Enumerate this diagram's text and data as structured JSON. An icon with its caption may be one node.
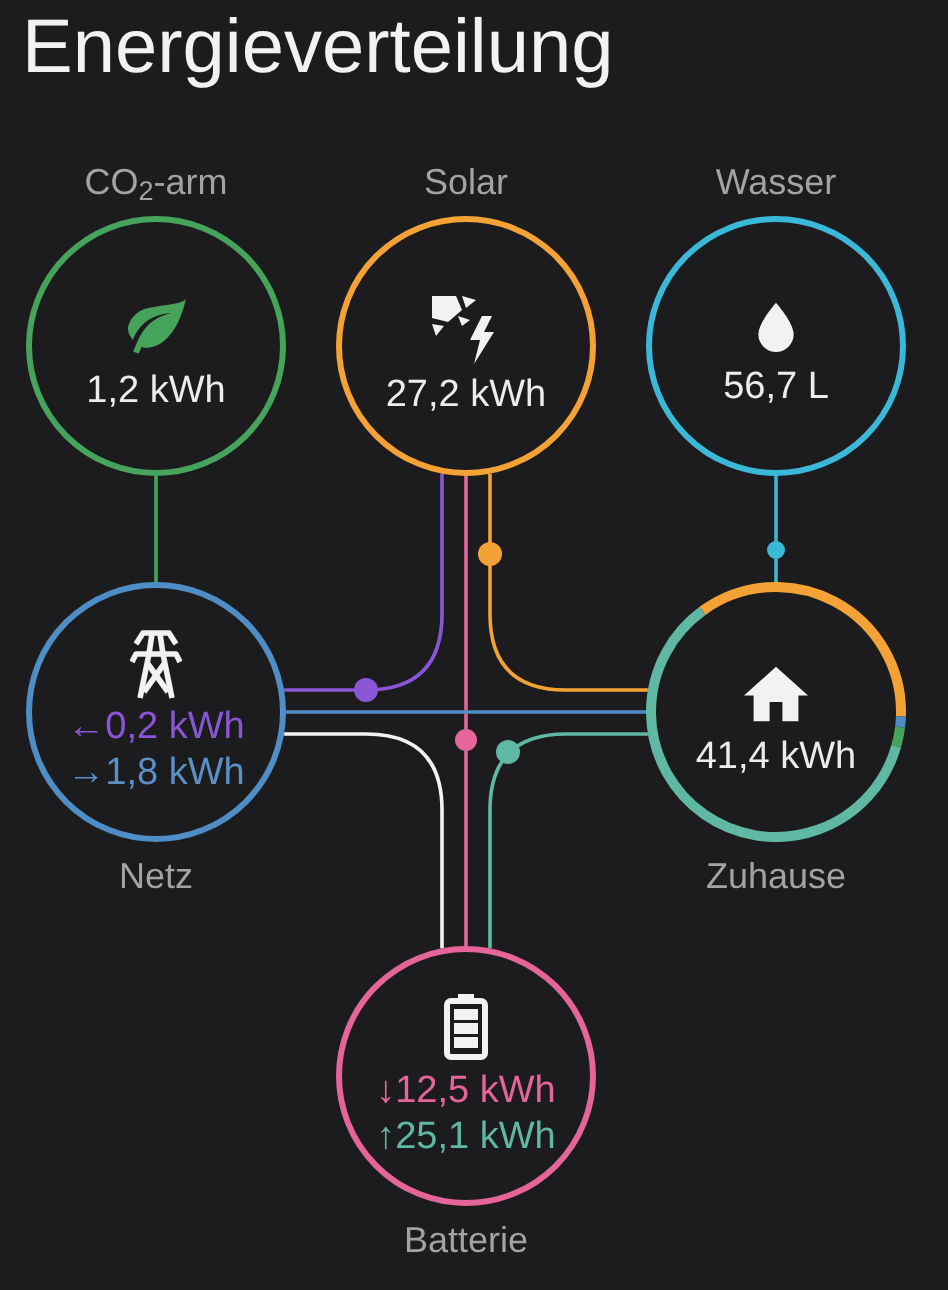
{
  "diagram": {
    "title": "Energieverteilung",
    "nodes": [
      {
        "text": [
          "CO$_{2}$-arm",
          "1,2 kWh"
        ]
      },
      {
        "text": [
          "Solar",
          "27,2 kWh"
        ]
      },
      {
        "text": [
          "Wasser",
          "56,7 L"
        ]
      },
      {
        "text": [
          "←0,2 kWh",
          "→1,8 kWh",
          "Netz"
        ]
      },
      {
        "text": [
          "41,4 kWh",
          "Zuhause"
        ]
      },
      {
        "text": [
          "↓12,5 kWh",
          "↑25,1 kWh",
          "Batterie"
        ]
      }
    ],
    "edges": [
      {
        "from": 0,
        "to": 3,
        "arrow": "none",
        "color": "#45a35b"
      },
      {
        "from": 1,
        "to": 3,
        "arrow": "none",
        "color": "#8a56d6"
      },
      {
        "from": 1,
        "to": 5,
        "arrow": "none",
        "color": "#e5659a"
      },
      {
        "from": 1,
        "to": 4,
        "arrow": "none",
        "color": "#f4a235"
      },
      {
        "from": 3,
        "to": 4,
        "arrow": "none",
        "color": "#4e8dc6"
      },
      {
        "from": 3,
        "to": 5,
        "arrow": "none",
        "color": "#f2f2f2"
      },
      {
        "from": 5,
        "to": 4,
        "arrow": "none",
        "color": "#5fb8a3"
      },
      {
        "from": 2,
        "to": 4,
        "arrow": "none",
        "color": "#3bb7d8"
      }
    ]
  }
}
